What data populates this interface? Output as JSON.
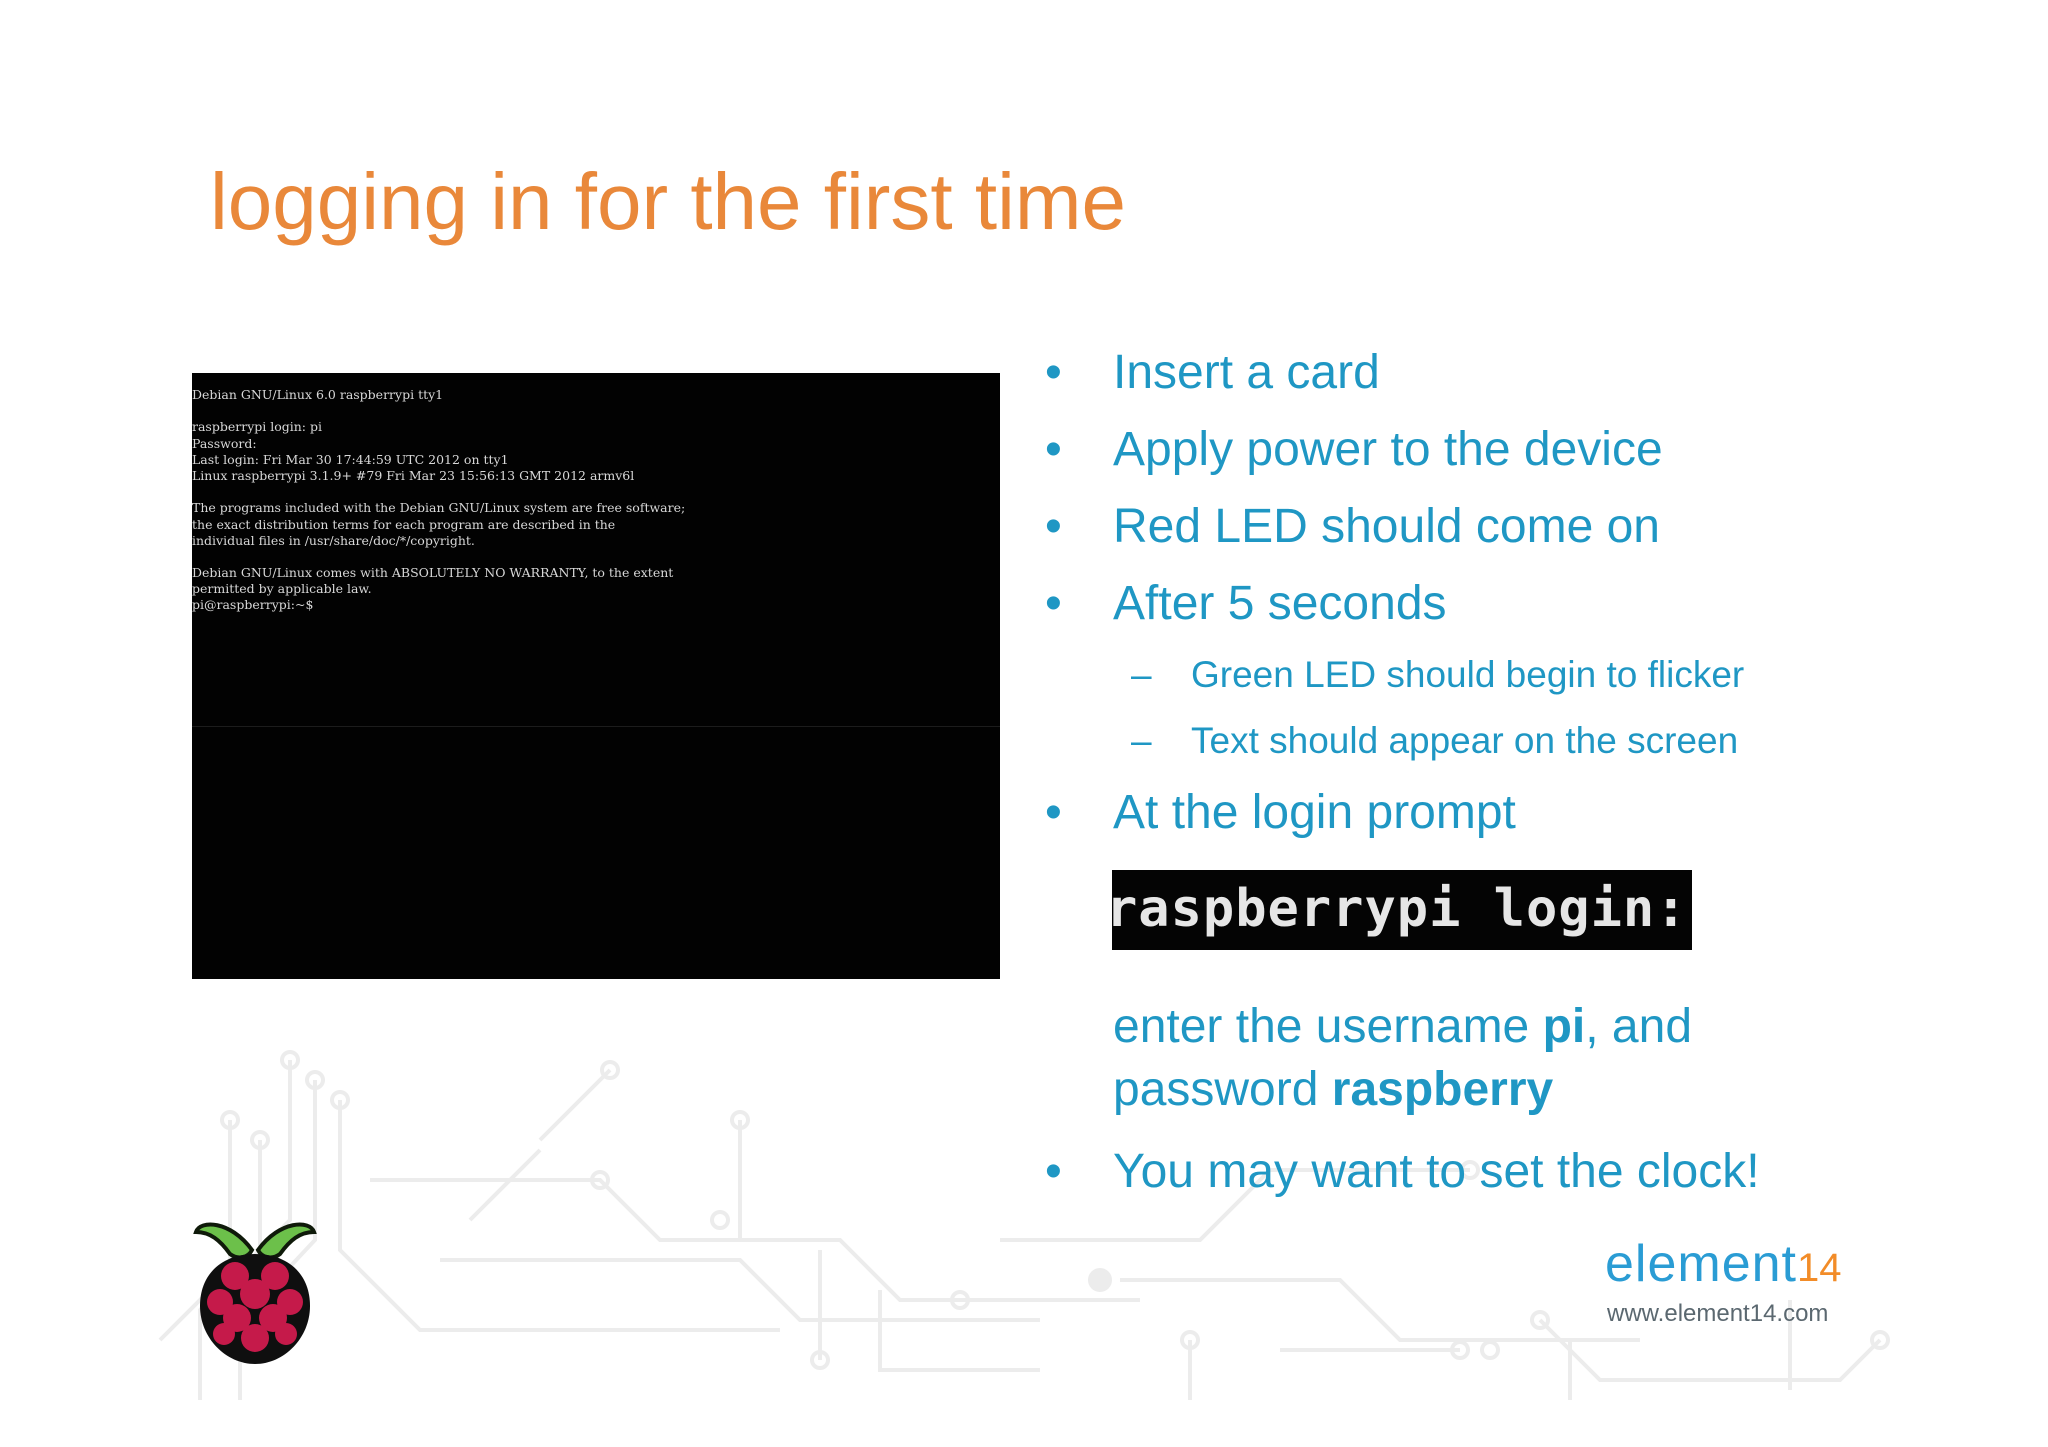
{
  "title": "logging in for the first time",
  "terminal": {
    "lines": [
      "Debian GNU/Linux 6.0 raspberrypi tty1",
      "",
      "raspberrypi login: pi",
      "Password:",
      "Last login: Fri Mar 30 17:44:59 UTC 2012 on tty1",
      "Linux raspberrypi 3.1.9+ #79 Fri Mar 23 15:56:13 GMT 2012 armv6l",
      "",
      "The programs included with the Debian GNU/Linux system are free software;",
      "the exact distribution terms for each program are described in the",
      "individual files in /usr/share/doc/*/copyright.",
      "",
      "Debian GNU/Linux comes with ABSOLUTELY NO WARRANTY, to the extent",
      "permitted by applicable law.",
      "pi@raspberrypi:~$"
    ]
  },
  "bullets": {
    "bullet_glyph": "•",
    "dash_glyph": "–",
    "insert": "Insert a card",
    "power": "Apply power to the device",
    "red_led": "Red LED should come on",
    "after": "After 5 seconds",
    "green_led": "Green LED should begin to flicker",
    "text_screen": "Text should appear on the screen",
    "login_prompt": "At the login prompt",
    "clock": "You may want to set the clock!"
  },
  "login_image_text": "raspberrypi login:",
  "instructions": {
    "line1_pre": "enter the username ",
    "username": "pi",
    "line1_post": ", and",
    "line2_pre": "password ",
    "password": "raspberry"
  },
  "brand": {
    "name": "element",
    "number": "14",
    "url": "www.element14.com"
  },
  "colors": {
    "title": "#e9883a",
    "text": "#1f97c4",
    "terminal_bg": "#020202",
    "raspberry": "#c51a4a",
    "leaf": "#6cc04a"
  }
}
